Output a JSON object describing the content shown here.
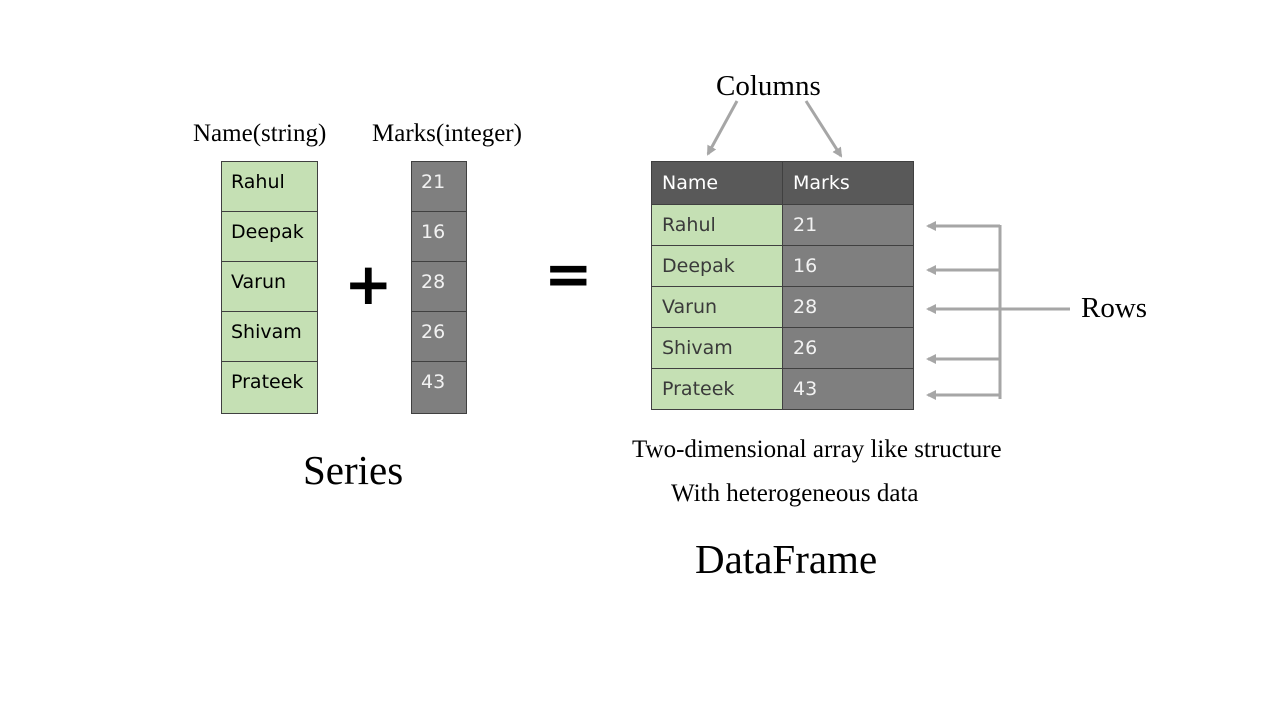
{
  "series": {
    "name_header": "Name(string)",
    "marks_header": "Marks(integer)",
    "names": [
      "Rahul",
      "Deepak",
      "Varun",
      "Shivam",
      "Prateek"
    ],
    "marks": [
      "21",
      "16",
      "28",
      "26",
      "43"
    ],
    "plus": "+",
    "equals": "=",
    "title": "Series"
  },
  "dataframe": {
    "columns_label": "Columns",
    "rows_label": "Rows",
    "headers": [
      "Name",
      "Marks"
    ],
    "rows": [
      [
        "Rahul",
        "21"
      ],
      [
        "Deepak",
        "16"
      ],
      [
        "Varun",
        "28"
      ],
      [
        "Shivam",
        "26"
      ],
      [
        "Prateek",
        "43"
      ]
    ],
    "desc_line1": "Two-dimensional array like structure",
    "desc_line2": "With heterogeneous data",
    "title": "DataFrame"
  },
  "colors": {
    "name_cell": "#c5e0b4",
    "mark_cell": "#7f7f7f",
    "header_cell": "#595959",
    "arrow": "#a6a6a6"
  }
}
